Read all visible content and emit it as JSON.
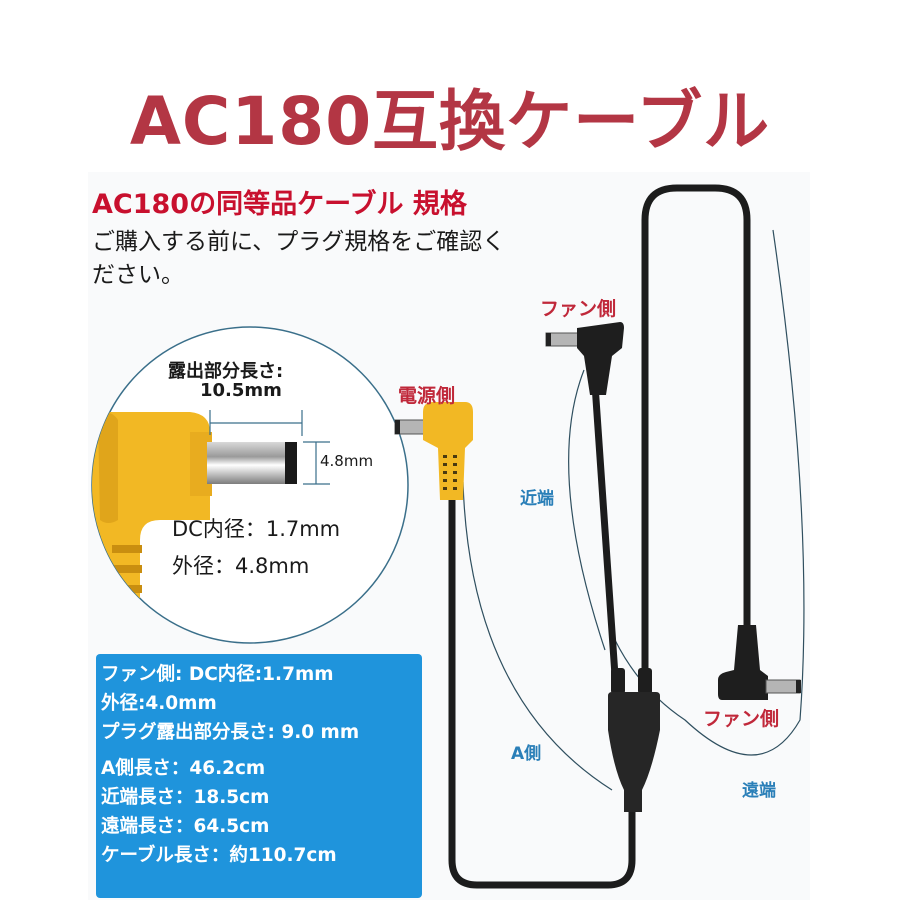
{
  "title": "AC180互換ケーブル",
  "spec_heading": "AC180の同等品ケーブル 規格",
  "notice": "ご購入する前に、プラグ規格をご確認ください。",
  "detail": {
    "exposed_label": "露出部分長さ:",
    "exposed_value": "10.5mm",
    "diameter_value": "4.8mm",
    "inner_diameter": "DC内径：1.7mm",
    "outer_diameter": "外径：4.8mm"
  },
  "labels": {
    "power_side": "電源側",
    "fan_side_top": "ファン側",
    "fan_side_bottom": "ファン側",
    "near_end": "近端",
    "a_side": "A側",
    "far_end": "遠端"
  },
  "spec_box": {
    "fan_group": [
      "ファン側:  DC内径:1.7mm",
      "外径:4.0mm",
      "プラグ露出部分長さ: 9.0 mm"
    ],
    "length_group": [
      "A側長さ：46.2cm",
      "近端長さ：18.5cm",
      "遠端長さ：64.5cm",
      "ケーブル長さ：約110.7cm"
    ]
  },
  "colors": {
    "title": "#b33644",
    "heading": "#c8102e",
    "label_red": "#c0283a",
    "label_blue": "#2a7fb8",
    "spec_box_bg": "#1f94dc",
    "plug_yellow": "#f2b824",
    "cable_black": "#1c1c1c"
  }
}
